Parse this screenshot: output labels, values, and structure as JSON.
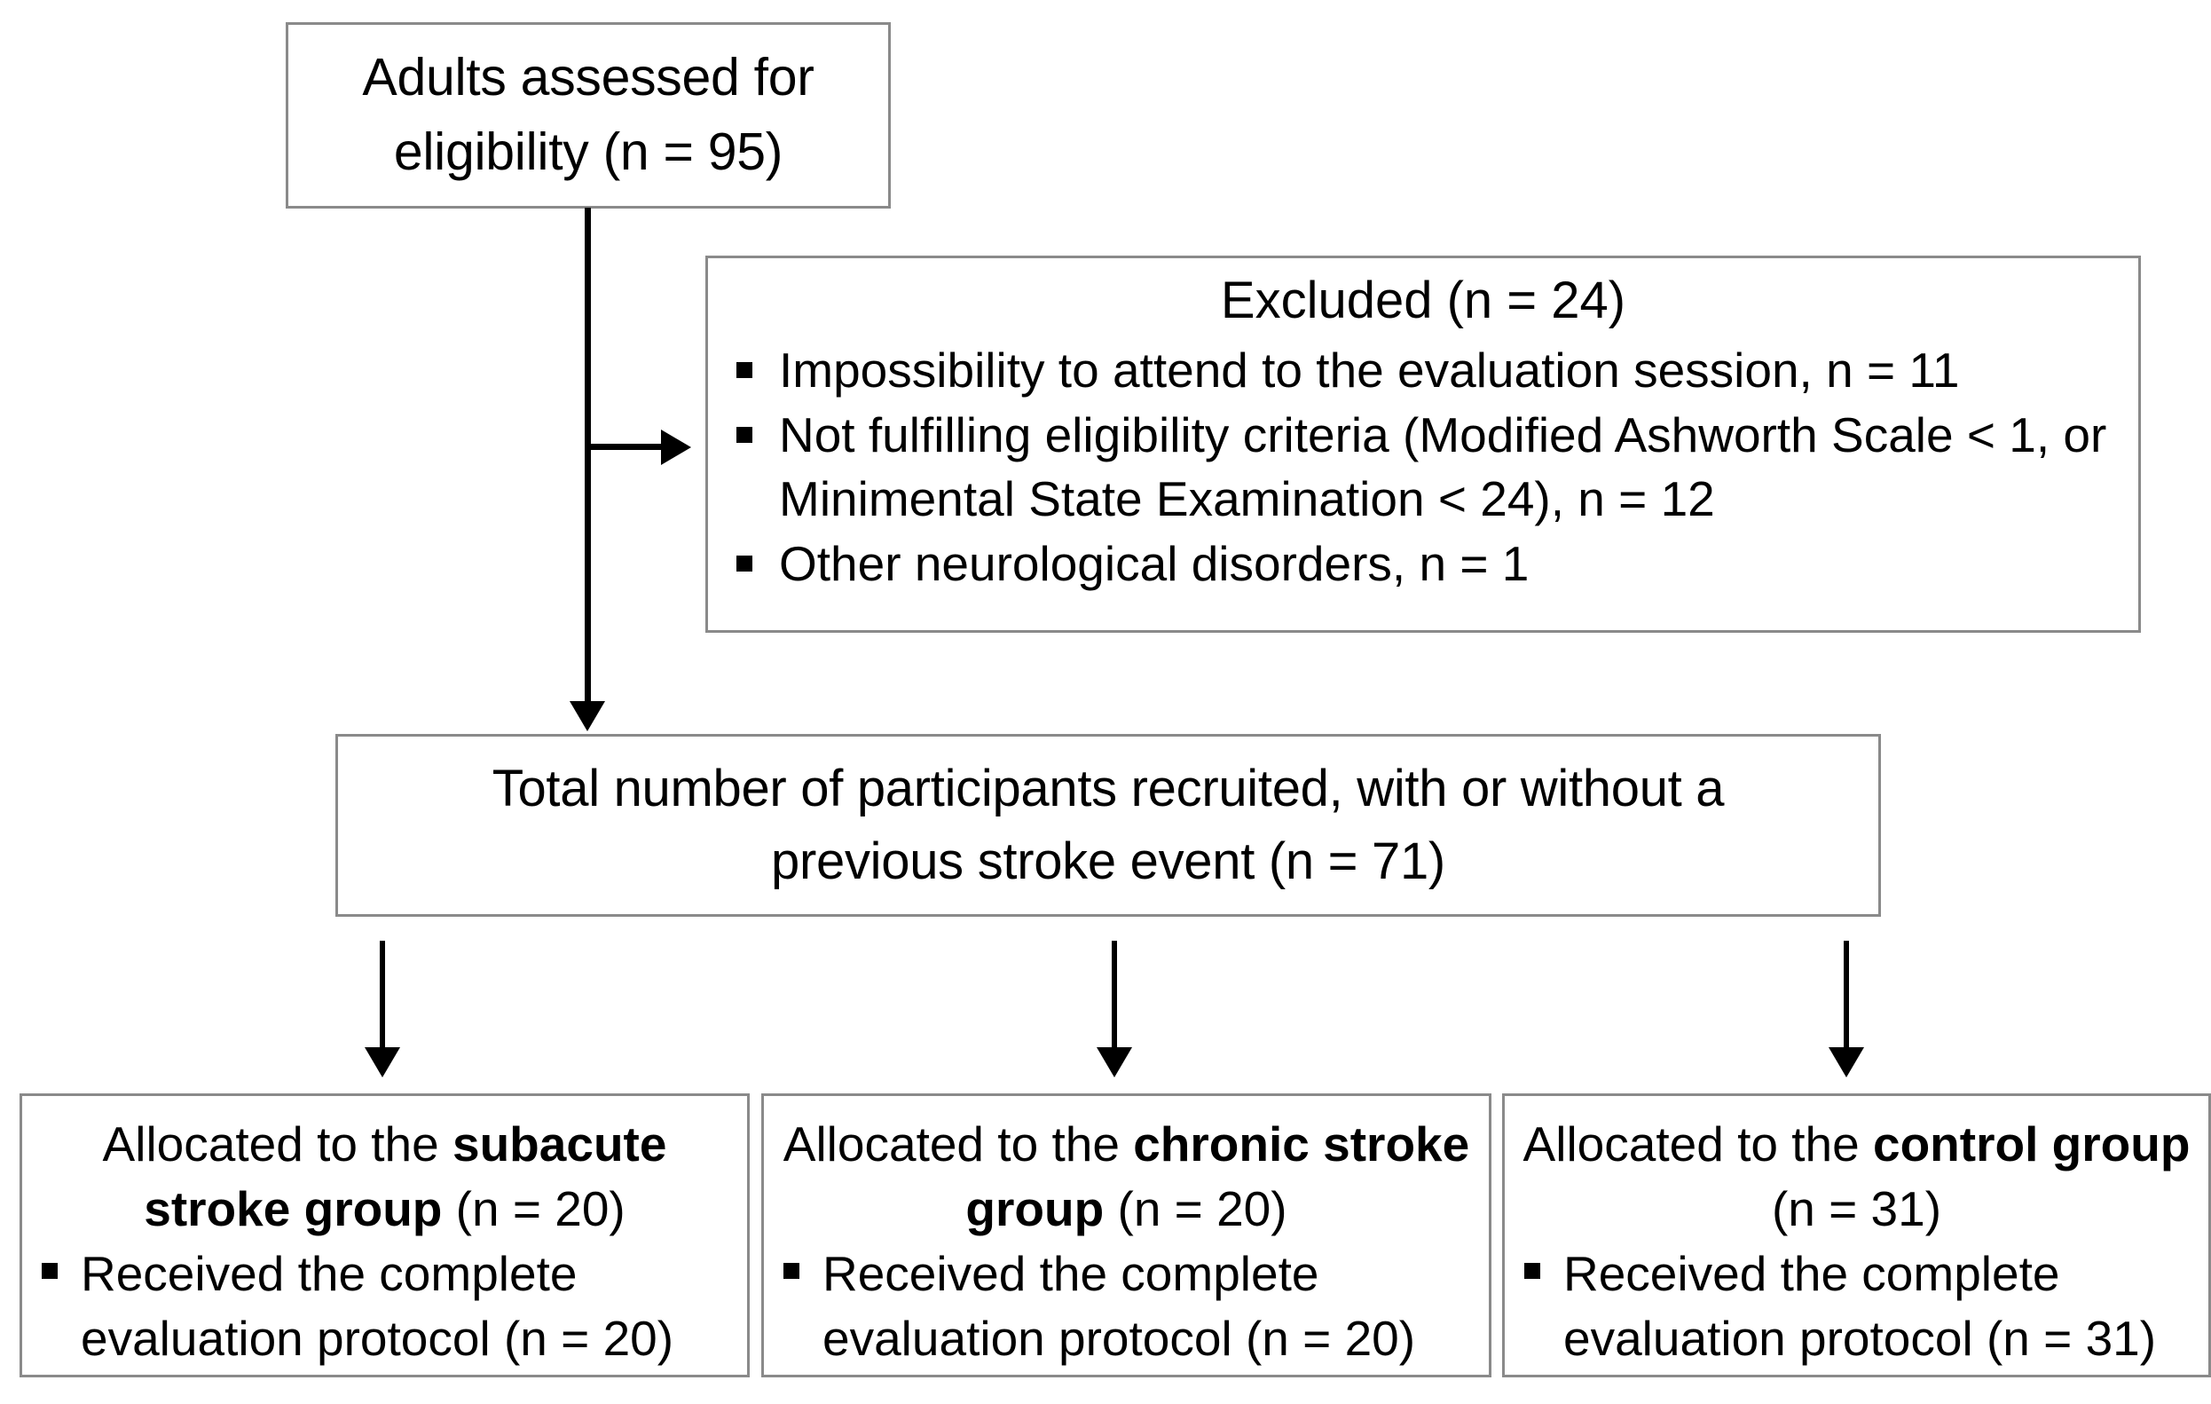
{
  "diagram": {
    "title": "CONSORT-style participant flow diagram",
    "boxes": {
      "eligibility": {
        "line1": "Adults assessed for",
        "line2": "eligibility (n = 95)"
      },
      "excluded": {
        "heading": "Excluded  (n = 24)",
        "bullets": [
          "Impossibility to attend to the evaluation session, n = 11",
          "Not fulfilling eligibility criteria (Modified Ashworth Scale < 1, or Minimental State Examination < 24), n = 12",
          "Other neurological disorders, n = 1"
        ]
      },
      "total": {
        "line1": "Total number of participants recruited, with or without a",
        "line2": "previous stroke event (n = 71)"
      },
      "groups": [
        {
          "alloc_prefix": "Allocated to the ",
          "alloc_bold": "subacute stroke group",
          "alloc_suffix": " (n = 20)",
          "bullet": "Received the complete evaluation protocol (n = 20)"
        },
        {
          "alloc_prefix": "Allocated to the ",
          "alloc_bold": "chronic stroke group",
          "alloc_suffix": " (n = 20)",
          "bullet": "Received the complete evaluation protocol (n = 20)"
        },
        {
          "alloc_prefix": "Allocated to the ",
          "alloc_bold": "control group",
          "alloc_suffix": " (n = 31)",
          "bullet": "Received the complete evaluation protocol (n = 31)"
        }
      ]
    },
    "colors": {
      "box_border": "#8a8a8a",
      "connector": "#000000",
      "background": "#ffffff",
      "text": "#000000"
    }
  }
}
